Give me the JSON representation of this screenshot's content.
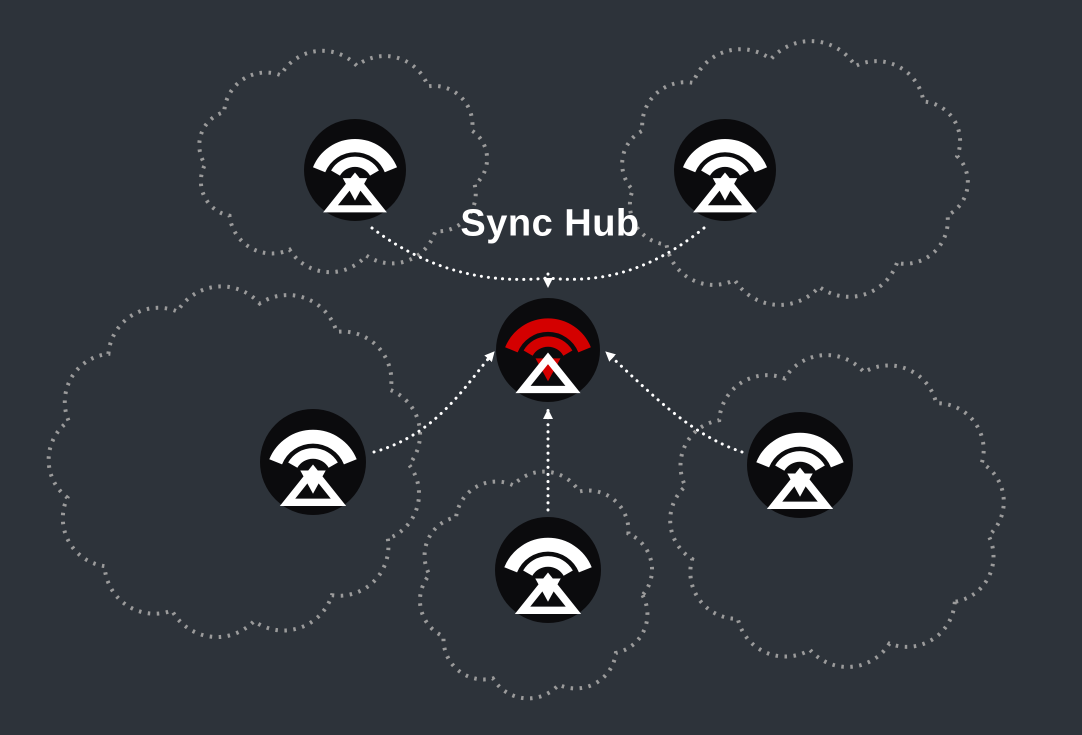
{
  "diagram": {
    "title": "Sync Hub",
    "colors": {
      "background": "#2d333a",
      "cloud_outline": "#9b9b9b",
      "arrow": "#ffffff",
      "node_fill": "#0b0b0d",
      "glyph": "#ffffff",
      "hub_accent": "#d40000"
    },
    "hub": {
      "name": "sync-hub-node",
      "icon": "sync-hub-icon"
    },
    "nodes": [
      {
        "name": "peer-node-top-left",
        "icon": "sync-peer-icon"
      },
      {
        "name": "peer-node-top-right",
        "icon": "sync-peer-icon"
      },
      {
        "name": "peer-node-mid-left",
        "icon": "sync-peer-icon"
      },
      {
        "name": "peer-node-bottom-center",
        "icon": "sync-peer-icon"
      },
      {
        "name": "peer-node-right",
        "icon": "sync-peer-icon"
      }
    ]
  }
}
